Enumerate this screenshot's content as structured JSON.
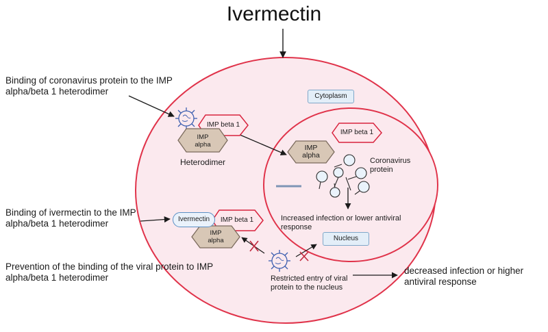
{
  "title": "Ivermectin",
  "labels": {
    "binding_coronavirus": "Binding of coronavirus protein to the IMP alpha/beta 1 heterodimer",
    "binding_ivermectin": "Binding of ivermectin to the IMP alpha/beta 1 heterodimer",
    "prevention": "Prevention of the binding of the viral protein to IMP alpha/beta 1 heterodimer",
    "decreased": "decreased infection or higher antiviral response",
    "increased": "Increased infection or lower antiviral response",
    "restricted": "Restricted entry of viral protein to the nucleus",
    "heterodimer": "Heterodimer",
    "coronavirus_protein": "Coronavirus protein"
  },
  "boxes": {
    "cytoplasm": "Cytoplasm",
    "nucleus": "Nucleus",
    "ivermectin": "Ivermectin"
  },
  "proteins": {
    "imp_beta": "IMP beta 1",
    "imp_alpha": "IMP alpha"
  },
  "colors": {
    "cell_fill": "#fbe9ee",
    "cell_stroke": "#e0334a",
    "beta_fill": "#fde7ec",
    "beta_stroke": "#d8223d",
    "alpha_fill": "#d8c7b6",
    "alpha_stroke": "#7a6a5c",
    "virus": "#3d5fb0",
    "cross": "#c0283d"
  }
}
